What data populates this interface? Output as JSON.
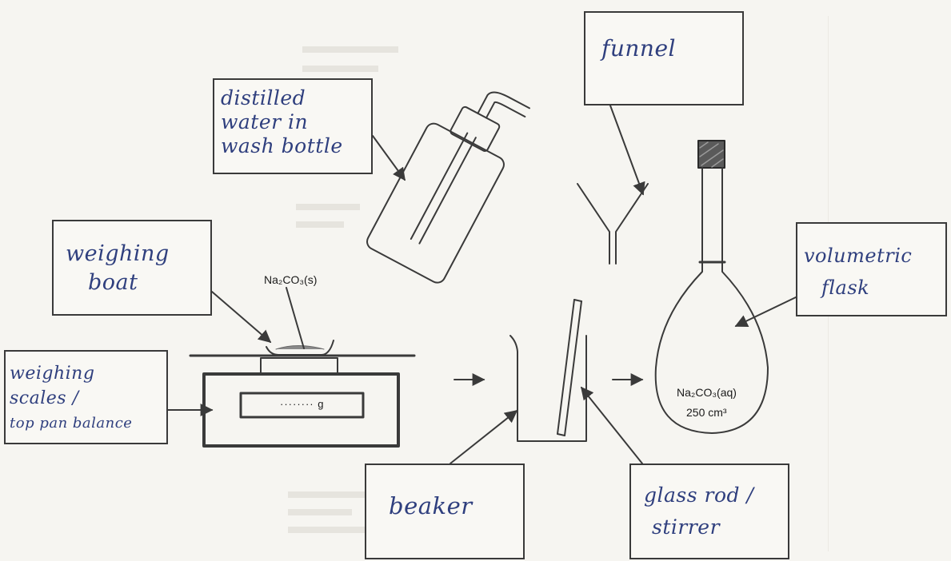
{
  "labels": {
    "distilled_water": [
      "distilled",
      "water in",
      "wash bottle"
    ],
    "funnel": "funnel",
    "weighing_boat": [
      "weighing",
      "boat"
    ],
    "volumetric_flask": [
      "volumetric",
      "flask"
    ],
    "weighing_scales": [
      "weighing",
      "scales /",
      "top pan balance"
    ],
    "beaker": "beaker",
    "glass_rod": [
      "glass rod /",
      "stirrer"
    ]
  },
  "printed": {
    "solid": "Na₂CO₃(s)",
    "solution": "Na₂CO₃(aq)",
    "volume": "250 cm³",
    "balance_readout": "········ g"
  },
  "colors": {
    "ink_pen": "#2f3f7e",
    "line": "#3a3a3a",
    "paper": "#f6f5f1"
  }
}
